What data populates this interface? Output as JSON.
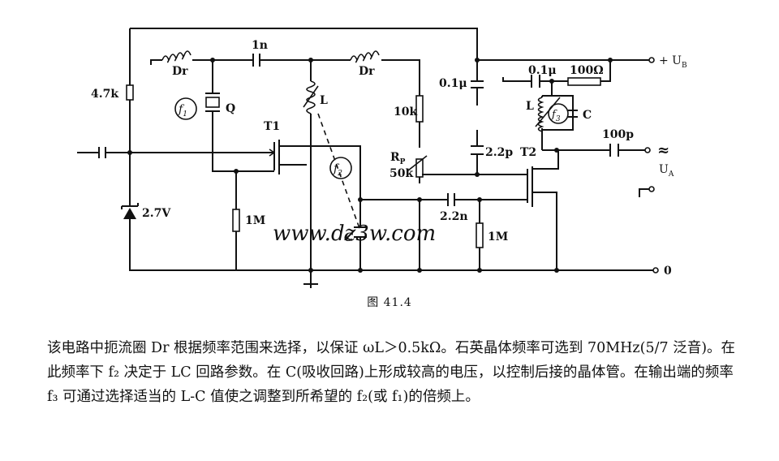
{
  "labels": {
    "r_47k": "4.7k",
    "dr1": "Dr",
    "dr2": "Dr",
    "c_1n": "1n",
    "f1": "f",
    "f1_sub": "1",
    "q": "Q",
    "t1": "T1",
    "l1": "L",
    "f2": "f",
    "f2_sub": "2",
    "zener": "2.7V",
    "r_1m_a": "1M",
    "c_var": "C",
    "c_01u_a": "0.1μ",
    "r_10k": "10k",
    "c_22p": "2.2p",
    "rp": "R",
    "rp_sub": "P",
    "r_50k": "50k",
    "t2": "T2",
    "c_22n": "2.2n",
    "r_1m_b": "1M",
    "c_01u_b": "0.1μ",
    "r_100": "100Ω",
    "l2": "L",
    "f3": "f",
    "f3_sub": "3",
    "c2": "C",
    "ub": "+ U",
    "ub_sub": "B",
    "c_100p": "100p",
    "tilde": "≈",
    "ua": "U",
    "ua_sub": "A",
    "zero": "0",
    "watermark": "www.dz3w.com"
  },
  "caption": "图 41.4",
  "description": "该电路中扼流圈 Dr 根据频率范围来选择，以保证 ωL＞0.5kΩ。石英晶体频率可选到 70MHz(5/7 泛音)。在此频率下 f₂ 决定于 LC 回路参数。在 C(吸收回路)上形成较高的电压，以控制后接的晶体管。在输出端的频率 f₃ 可通过选择适当的 L-C 值使之调整到所希望的 f₂(或 f₁)的倍频上。"
}
